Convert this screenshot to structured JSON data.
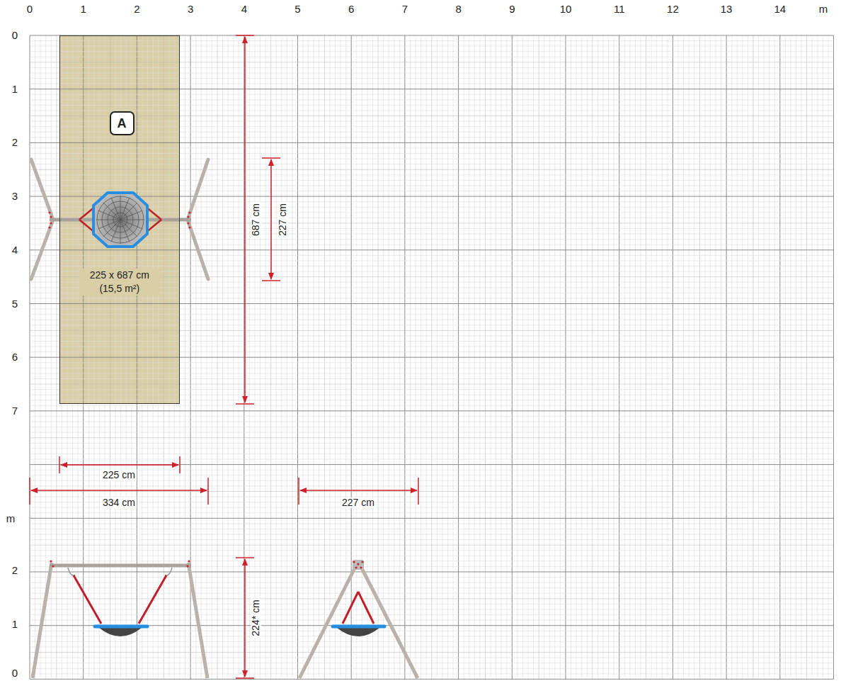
{
  "diagram": {
    "nodes": [
      {
        "text": [
          "225 x 687 cm (15,5 m²)"
        ]
      },
      {
        "text": [
          "A"
        ],
        "in": 0
      }
    ],
    "labels": [
      "0",
      "1",
      "2",
      "3",
      "4",
      "5",
      "6",
      "7",
      "8",
      "9",
      "10",
      "11",
      "12",
      "13",
      "14",
      "m",
      "0",
      "1",
      "2",
      "3",
      "4",
      "5",
      "6",
      "7",
      "m",
      "2",
      "1",
      "0",
      "687 cm",
      "227 cm",
      "225 cm",
      "334 cm",
      "227 cm",
      "224* cm"
    ]
  }
}
